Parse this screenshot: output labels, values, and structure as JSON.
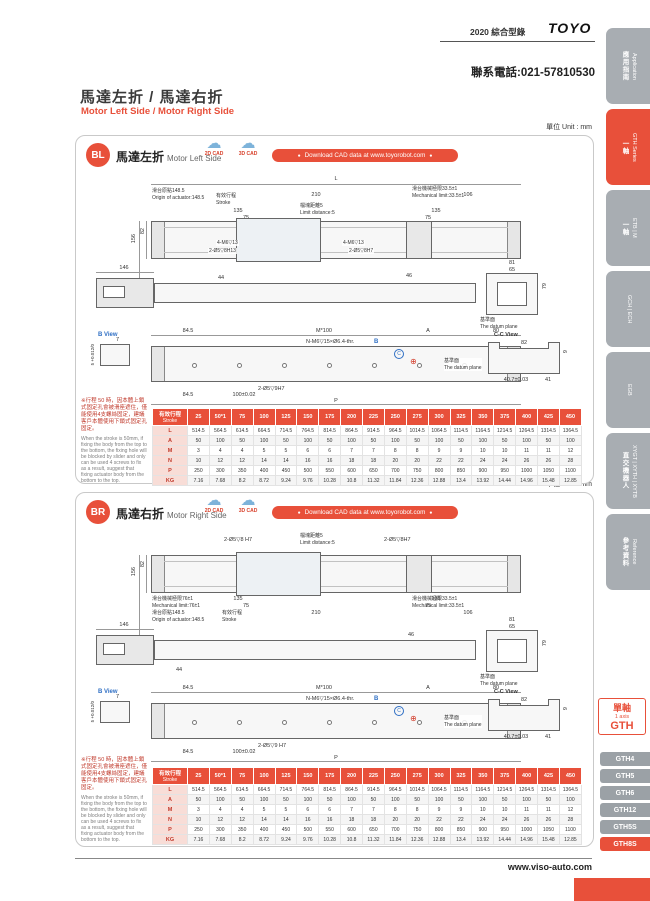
{
  "header": {
    "catalog_year": "2020 綜合型錄",
    "brand": "TOYO",
    "phone": "聯系電話:021-57810530",
    "title_zh": "馬達左折 / 馬達右折",
    "title_en": "Motor Left Side / Motor Right Side"
  },
  "unit_label": "單位 Unit : mm",
  "sidebar": {
    "tabs": [
      {
        "zh": "應用指南",
        "en": "Application",
        "active": false
      },
      {
        "zh": "一軸",
        "en": "GTH Series",
        "active": true
      },
      {
        "zh": "一軸",
        "en": "ETB | M",
        "active": false
      },
      {
        "zh": "",
        "en": "GCH | ECH",
        "active": false
      },
      {
        "zh": "",
        "en": "EGB",
        "active": false
      },
      {
        "zh": "直交機器人",
        "en": "XYGT | XYTH | XYTB",
        "active": false
      },
      {
        "zh": "參考資料",
        "en": "Reference",
        "active": false
      }
    ],
    "series": {
      "zh": "單軸",
      "en": "1 axis",
      "name": "GTH"
    },
    "models": [
      {
        "label": "GTH4",
        "active": false
      },
      {
        "label": "GTH5",
        "active": false
      },
      {
        "label": "GTH6",
        "active": false
      },
      {
        "label": "GTH12",
        "active": false
      },
      {
        "label": "GTH5S",
        "active": false
      },
      {
        "label": "GTH8S",
        "active": true
      }
    ]
  },
  "footer": {
    "website": "www.viso-auto.com"
  },
  "panels": [
    {
      "badge": "BL",
      "title_zh": "馬達左折",
      "title_en": "Motor Left Side",
      "cad": {
        "d2": "2D CAD",
        "d3": "3D CAD",
        "download": "Download CAD data at www.toyorobot.com"
      },
      "drawing": {
        "dim_L": "L",
        "origin_zh": "滑台原點148.5",
        "origin_en": "Origin of actuator:148.5",
        "stroke_label": "有效行程",
        "stroke_label_en": "Stroke",
        "dim_210": "210",
        "dim_106": "106",
        "limit_right_zh": "滑台機械極限33.5±1",
        "limit_right_en": "Mechanical limit:33.5±1",
        "block_zh": "檔塊距離5",
        "block_en": "Limit distance:5",
        "dim_135": "135",
        "dim_75": "75",
        "dim_82": "82",
        "dim_156": "156",
        "callout_m6": "4-M6▽13",
        "callout_left": "2-Ø5▽8H13",
        "callout_right": "2-Ø5▽8H7",
        "dim_146": "146",
        "dim_44": "44",
        "dim_46": "46",
        "dim_81": "81",
        "dim_65": "65",
        "dim_79": "79",
        "datum_zh": "基準面",
        "datum_en": "The datum plane",
        "dim_845": "84.5",
        "dim_m100": "M*100",
        "dim_A": "A",
        "dim_80": "80",
        "holes_callout": "N-M6▽15×Ø6.4-thr.",
        "marker_B": "B",
        "marker_C": "C",
        "dim_68": "68",
        "dim_52": "52",
        "callout_pin": "2-Ø5▽9H7",
        "dim_100": "100±0.02",
        "dim_P": "P",
        "bview": "B View",
        "dim_7": "7",
        "dim_5tol": "5 +0.012/0",
        "ccview": "C-C View",
        "dim_82c": "82",
        "dim_407": "40.7±0.03",
        "dim_41": "41",
        "dim_9": "9"
      },
      "note_zh": "※行程 50 時，因本體上鎖式固定孔會被滑座遮住，僅能使用4支螺絲固定，建議客戶本體使用下鎖式固定孔固定。",
      "note_en": "When the stroke is 50mm, if fixing the body from the top to the bottom, the fixing hole will be blocked by slider and only can be used 4 screws to fix as a result, suggest that fixing actuator body from the bottom to the top.",
      "table": {
        "header_zh": "有效行程",
        "header_en": "Stroke",
        "strokes": [
          "25",
          "50*1",
          "75",
          "100",
          "125",
          "150",
          "175",
          "200",
          "225",
          "250",
          "275",
          "300",
          "325",
          "350",
          "375",
          "400",
          "425",
          "450"
        ],
        "rows": [
          {
            "label": "L",
            "values": [
              "514.5",
              "564.5",
              "614.5",
              "664.5",
              "714.5",
              "764.5",
              "814.5",
              "864.5",
              "914.5",
              "964.5",
              "1014.5",
              "1064.5",
              "1114.5",
              "1164.5",
              "1214.5",
              "1264.5",
              "1314.5",
              "1364.5"
            ]
          },
          {
            "label": "A",
            "values": [
              "50",
              "100",
              "50",
              "100",
              "50",
              "100",
              "50",
              "100",
              "50",
              "100",
              "50",
              "100",
              "50",
              "100",
              "50",
              "100",
              "50",
              "100"
            ]
          },
          {
            "label": "M",
            "values": [
              "3",
              "4",
              "4",
              "5",
              "5",
              "6",
              "6",
              "7",
              "7",
              "8",
              "8",
              "9",
              "9",
              "10",
              "10",
              "11",
              "11",
              "12"
            ]
          },
          {
            "label": "N",
            "values": [
              "10",
              "12",
              "12",
              "14",
              "14",
              "16",
              "16",
              "18",
              "18",
              "20",
              "20",
              "22",
              "22",
              "24",
              "24",
              "26",
              "26",
              "28"
            ]
          },
          {
            "label": "P",
            "values": [
              "250",
              "300",
              "350",
              "400",
              "450",
              "500",
              "550",
              "600",
              "650",
              "700",
              "750",
              "800",
              "850",
              "900",
              "950",
              "1000",
              "1050",
              "1100"
            ]
          },
          {
            "label": "KG",
            "values": [
              "7.16",
              "7.68",
              "8.2",
              "8.72",
              "9.24",
              "9.76",
              "10.28",
              "10.8",
              "11.32",
              "11.84",
              "12.36",
              "12.88",
              "13.4",
              "13.92",
              "14.44",
              "14.96",
              "15.48",
              "12.85"
            ]
          }
        ]
      }
    },
    {
      "badge": "BR",
      "title_zh": "馬達右折",
      "title_en": "Motor Right Side",
      "cad": {
        "d2": "2D CAD",
        "d3": "3D CAD",
        "download": "Download CAD data at www.toyorobot.com"
      },
      "drawing": {
        "callout_tl": "2-Ø5▽8 H7",
        "callout_tr": "2-Ø5▽8H7",
        "block_zh": "檔塊距離5",
        "block_en": "Limit distance:5",
        "dim_135": "135",
        "dim_75": "75",
        "dim_82": "82",
        "dim_156": "156",
        "limit_left_zh": "滑台機械極限76±1",
        "limit_left_en": "Mechanical limit:76±1",
        "origin_zh": "滑台原點148.5",
        "origin_en": "Origin of actuator:148.5",
        "stroke_label": "有效行程",
        "stroke_label_en": "Stroke",
        "dim_210": "210",
        "dim_106": "106",
        "limit_right_zh": "滑台機械極限33.5±1",
        "limit_right_en": "Mechanical limit:33.5±1",
        "dim_146": "146",
        "dim_44": "44",
        "dim_46": "46",
        "dim_81": "81",
        "dim_65": "65",
        "dim_79": "79",
        "datum_zh": "基準面",
        "datum_en": "The datum plane",
        "dim_845": "84.5",
        "dim_m100": "M*100",
        "dim_A": "A",
        "dim_80": "80",
        "holes_callout": "N-M6▽15×Ø6.4-thr.",
        "marker_B": "B",
        "marker_C": "C",
        "dim_68": "68",
        "dim_52": "52",
        "callout_pin": "2-Ø5▽9 H7",
        "dim_100": "100±0.02",
        "dim_P": "P",
        "bview": "B View",
        "dim_7": "7",
        "dim_5tol": "5 +0.012/0",
        "ccview": "C-C View",
        "dim_82c": "82",
        "dim_407": "40.7±0.03",
        "dim_41": "41",
        "dim_9": "9"
      },
      "note_zh": "※行程 50 時，因本體上鎖式固定孔會被滑座遮住，僅能使用4支螺絲固定，建議客戶本體使用下鎖式固定孔固定。",
      "note_en": "When the stroke is 50mm, if fixing the body from the top to the bottom, the fixing hole will be blocked by slider and only can be used 4 screws to fix as a result, suggest that fixing actuator body from the bottom to the top.",
      "table": {
        "header_zh": "有效行程",
        "header_en": "Stroke",
        "strokes": [
          "25",
          "50*1",
          "75",
          "100",
          "125",
          "150",
          "175",
          "200",
          "225",
          "250",
          "275",
          "300",
          "325",
          "350",
          "375",
          "400",
          "425",
          "450"
        ],
        "rows": [
          {
            "label": "L",
            "values": [
              "514.5",
              "564.5",
              "614.5",
              "664.5",
              "714.5",
              "764.5",
              "814.5",
              "864.5",
              "914.5",
              "964.5",
              "1014.5",
              "1064.5",
              "1114.5",
              "1164.5",
              "1214.5",
              "1264.5",
              "1314.5",
              "1364.5"
            ]
          },
          {
            "label": "A",
            "values": [
              "50",
              "100",
              "50",
              "100",
              "50",
              "100",
              "50",
              "100",
              "50",
              "100",
              "50",
              "100",
              "50",
              "100",
              "50",
              "100",
              "50",
              "100"
            ]
          },
          {
            "label": "M",
            "values": [
              "3",
              "4",
              "4",
              "5",
              "5",
              "6",
              "6",
              "7",
              "7",
              "8",
              "8",
              "9",
              "9",
              "10",
              "10",
              "11",
              "11",
              "12"
            ]
          },
          {
            "label": "N",
            "values": [
              "10",
              "12",
              "12",
              "14",
              "14",
              "16",
              "16",
              "18",
              "18",
              "20",
              "20",
              "22",
              "22",
              "24",
              "24",
              "26",
              "26",
              "28"
            ]
          },
          {
            "label": "P",
            "values": [
              "250",
              "300",
              "350",
              "400",
              "450",
              "500",
              "550",
              "600",
              "650",
              "700",
              "750",
              "800",
              "850",
              "900",
              "950",
              "1000",
              "1050",
              "1100"
            ]
          },
          {
            "label": "KG",
            "values": [
              "7.16",
              "7.68",
              "8.2",
              "8.72",
              "9.24",
              "9.76",
              "10.28",
              "10.8",
              "11.32",
              "11.84",
              "12.36",
              "12.88",
              "13.4",
              "13.92",
              "14.44",
              "14.96",
              "15.48",
              "12.85"
            ]
          }
        ]
      }
    }
  ]
}
